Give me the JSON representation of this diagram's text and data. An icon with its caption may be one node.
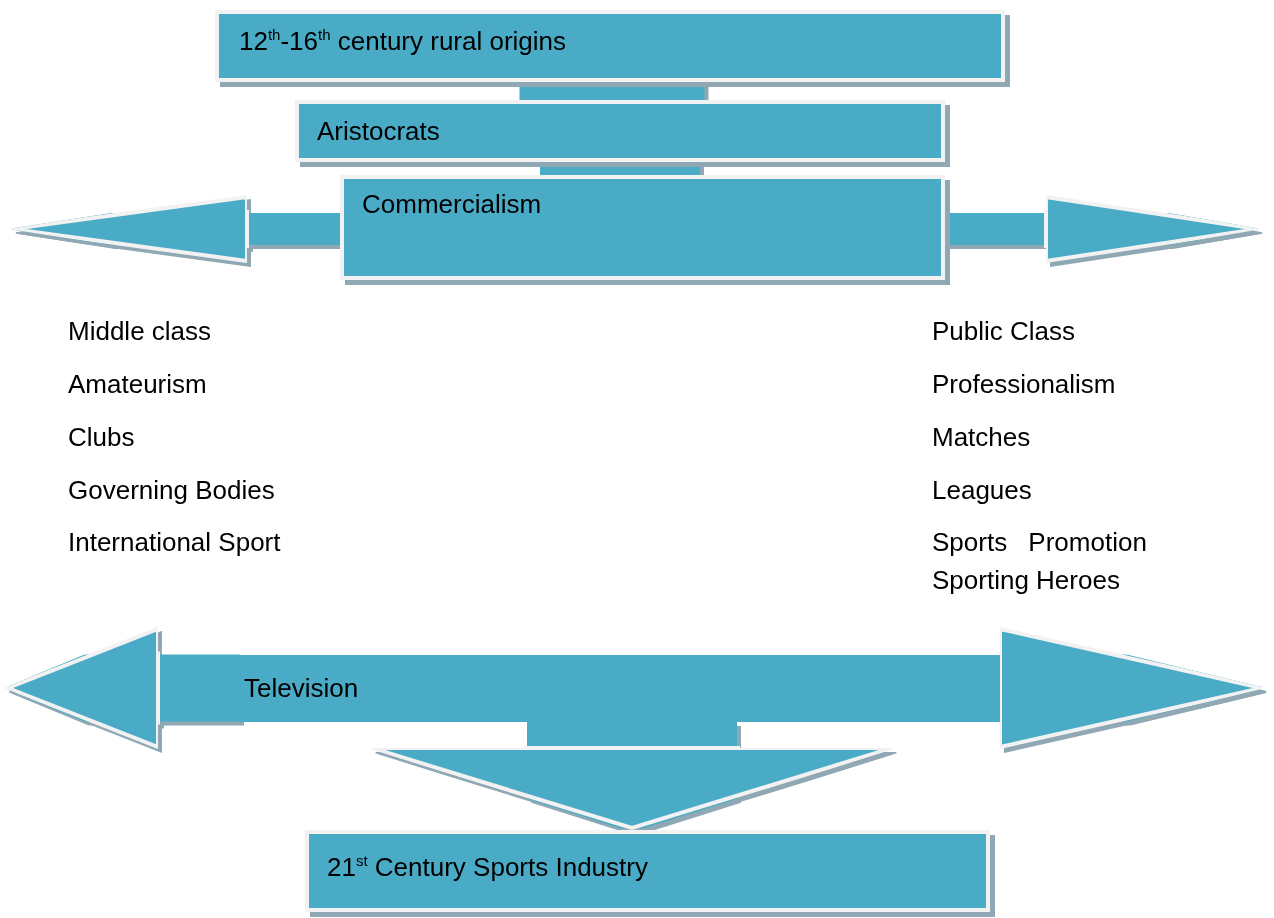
{
  "diagram": {
    "nodes": [
      {
        "text": [
          "12$^{th}$-16$^{th}$ century rural origins"
        ]
      },
      {
        "text": [
          "Aristocrats"
        ]
      },
      {
        "text": [
          "Commercialism"
        ]
      },
      {
        "text": [
          "Television"
        ]
      },
      {
        "text": [
          "21$^{st}$ Century Sports Industry"
        ]
      }
    ],
    "edges": [
      {
        "from": 0,
        "to": 1,
        "arrow": "none",
        "style": "thick"
      },
      {
        "from": 1,
        "to": 2,
        "arrow": "none",
        "style": "thick"
      },
      {
        "from": 2,
        "to": null,
        "arrow": "to"
      },
      {
        "from": 2,
        "to": null,
        "arrow": "to"
      },
      {
        "from": 3,
        "to": null,
        "arrow": "to"
      },
      {
        "from": 3,
        "to": null,
        "arrow": "to"
      },
      {
        "from": 3,
        "to": 4,
        "arrow": "to",
        "style": "thick"
      }
    ],
    "labels": [
      "Middle class",
      "Amateurism",
      "Clubs",
      "Governing Bodies",
      "International Sport",
      "Public Class",
      "Professionalism",
      "Matches",
      "Leagues",
      "Sports Promotion",
      "Sporting Heroes"
    ]
  }
}
